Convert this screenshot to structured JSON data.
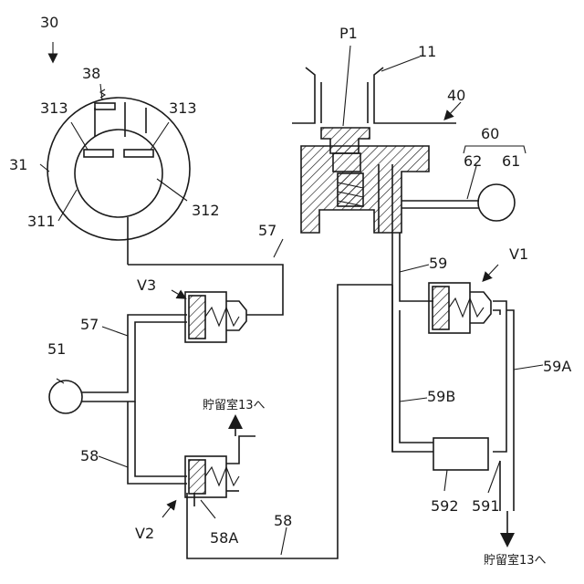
{
  "labels": {
    "l30": "30",
    "l38": "38",
    "l313a": "313",
    "l313b": "313",
    "l31": "31",
    "l312": "312",
    "l311": "311",
    "l57a": "57",
    "lV3": "V3",
    "l57b": "57",
    "l51": "51",
    "l58a": "58",
    "lV2": "V2",
    "l58A": "58A",
    "l58b": "58",
    "lP1": "P1",
    "l11": "11",
    "l40": "40",
    "l60": "60",
    "l62": "62",
    "l61": "61",
    "l59": "59",
    "lV1": "V1",
    "l59B": "59B",
    "l59A": "59A",
    "l592": "592",
    "l591": "591",
    "to13a": "貯留室13へ",
    "to13b": "貯留室13へ"
  }
}
